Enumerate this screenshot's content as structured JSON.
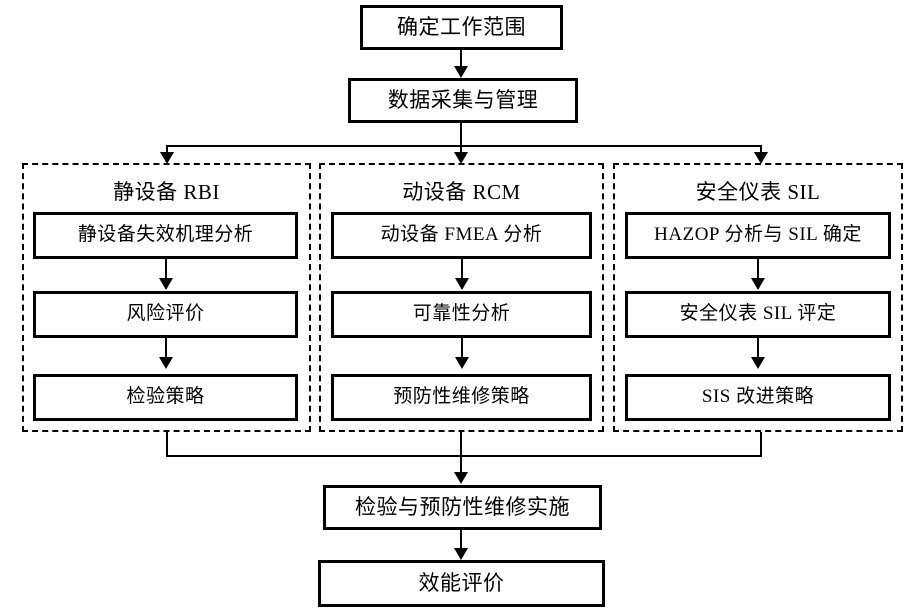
{
  "diagram": {
    "title_note": "",
    "colors": {
      "stroke": "#000000",
      "background": "#ffffff"
    },
    "top_nodes": [
      {
        "id": "scope",
        "label": "确定工作范围"
      },
      {
        "id": "data",
        "label": "数据采集与管理"
      }
    ],
    "groups": [
      {
        "id": "rbi",
        "title": "静设备 RBI",
        "steps": [
          {
            "id": "rbi-1",
            "label": "静设备失效机理分析"
          },
          {
            "id": "rbi-2",
            "label": "风险评价"
          },
          {
            "id": "rbi-3",
            "label": "检验策略"
          }
        ]
      },
      {
        "id": "rcm",
        "title": "动设备 RCM",
        "steps": [
          {
            "id": "rcm-1",
            "label": "动设备 FMEA 分析"
          },
          {
            "id": "rcm-2",
            "label": "可靠性分析"
          },
          {
            "id": "rcm-3",
            "label": "预防性维修策略"
          }
        ]
      },
      {
        "id": "sil",
        "title": "安全仪表 SIL",
        "steps": [
          {
            "id": "sil-1",
            "label": "HAZOP 分析与 SIL 确定"
          },
          {
            "id": "sil-2",
            "label": "安全仪表 SIL 评定"
          },
          {
            "id": "sil-3",
            "label": "SIS 改进策略"
          }
        ]
      }
    ],
    "bottom_nodes": [
      {
        "id": "implement",
        "label": "检验与预防性维修实施"
      },
      {
        "id": "evaluate",
        "label": "效能评价"
      }
    ]
  }
}
